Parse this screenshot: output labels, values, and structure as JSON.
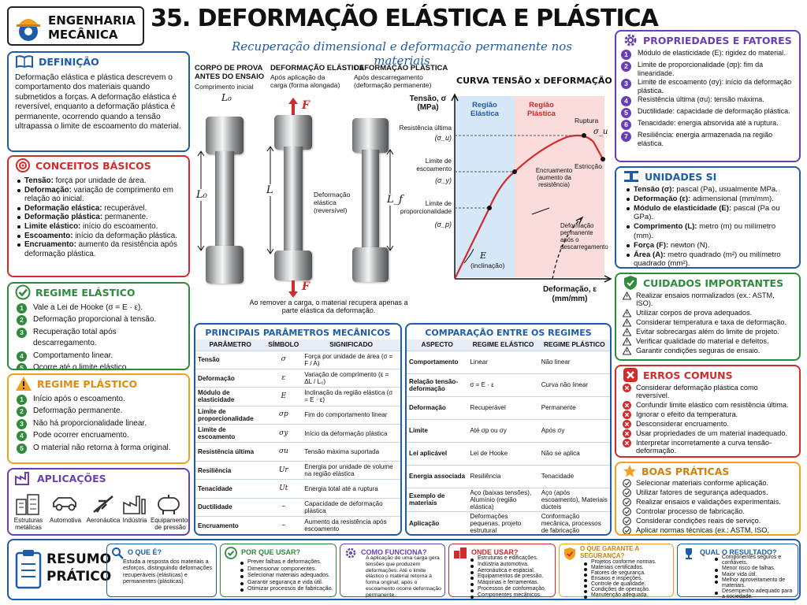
{
  "brand": {
    "line1": "ENGENHARIA",
    "line2": "MECÂNICA"
  },
  "header": {
    "title": "35. DEFORMAÇÃO ELÁSTICA E PLÁSTICA",
    "subtitle": "Recuperação dimensional e deformação permanente nos materiais"
  },
  "definicao": {
    "title": "DEFINIÇÃO",
    "text": "Deformação elástica e plástica descrevem o comportamento dos materiais quando submetidos a forças. A deformação elástica é reversível, enquanto a deformação plástica é permanente, ocorrendo quando a tensão ultrapassa o limite de escoamento do material."
  },
  "conceitos": {
    "title": "CONCEITOS BÁSICOS",
    "items": [
      {
        "b": "Tensão:",
        "t": " força por unidade de área."
      },
      {
        "b": "Deformação:",
        "t": " variação de comprimento em relação ao inicial."
      },
      {
        "b": "Deformação elástica:",
        "t": " recuperável."
      },
      {
        "b": "Deformação plástica:",
        "t": " permanente."
      },
      {
        "b": "Limite elástico:",
        "t": " início do escoamento."
      },
      {
        "b": "Escoamento:",
        "t": " início da deformação plástica."
      },
      {
        "b": "Encruamento:",
        "t": " aumento da resistência após deformação plástica."
      }
    ]
  },
  "elastico": {
    "title": "REGIME ELÁSTICO",
    "items": [
      "Vale a Lei de Hooke (σ = E · ε).",
      "Deformação proporcional à tensão.",
      "Recuperação total após descarregamento.",
      "Comportamento linear.",
      "Ocorre até o limite elástico."
    ]
  },
  "plastico": {
    "title": "REGIME PLÁSTICO",
    "items": [
      "Início após o escoamento.",
      "Deformação permanente.",
      "Não há proporcionalidade linear.",
      "Pode ocorrer encruamento.",
      "O material não retorna à forma original."
    ]
  },
  "aplicacoes": {
    "title": "APLICAÇÕES",
    "items": [
      "Estruturas metálicas",
      "Automotiva",
      "Aeronáutica",
      "Indústria",
      "Equipamentos de pressão"
    ]
  },
  "specimens": {
    "s1": {
      "h1": "CORPO DE PROVA",
      "h2": "ANTES DO ENSAIO",
      "sub": "Comprimento inicial",
      "sym": "L₀"
    },
    "s2": {
      "h1": "DEFORMAÇÃO ELÁSTICA",
      "sub": "Após aplicação da carga (forma alongada)",
      "sym": "L",
      "note": "Deformação elástica (reversível)"
    },
    "s3": {
      "h1": "DEFORMAÇÃO PLÁSTICA",
      "sub": "Após descarregamento (deformação permanente)",
      "sym": "L_f"
    },
    "force": "F",
    "caption": "Ao remover a carga, o material recupera apenas a parte elástica da deformação."
  },
  "curve": {
    "title": "CURVA TENSÃO x DEFORMAÇÃO",
    "ylabel": "Tensão, σ (MPa)",
    "xlabel": "Deformação, ε (mm/mm)",
    "reg_el": "Região Elástica",
    "reg_pl": "Região Plástica",
    "ult": "Resistência última",
    "ult_s": "(σ_u)",
    "esc": "Limite de escoamento",
    "esc_s": "(σ_y)",
    "prop": "Limite de proporcionalidade",
    "prop_s": "(σ_p)",
    "ruptura": "Ruptura",
    "su": "σ_u",
    "estriccao": "Estricção",
    "encr": "Encruamento (aumento da resistência)",
    "perm": "Deformação permanente após o descarregamento",
    "E": "E",
    "incl": "(inclinação)"
  },
  "propriedades": {
    "title": "PROPRIEDADES E FATORES",
    "items": [
      "Módulo de elasticidade (E): rigidez do material.",
      "Limite de proporcionalidade (σp): fim da linearidade.",
      "Limite de escoamento (σy): início da deformação plástica.",
      "Resistência última (σu): tensão máxima.",
      "Ductilidade: capacidade de deformação plástica.",
      "Tenacidade: energia absorvida até a ruptura.",
      "Resiliência: energia armazenada na região elástica."
    ]
  },
  "unidades": {
    "title": "UNIDADES SI",
    "items": [
      {
        "b": "Tensão (σ):",
        "t": " pascal (Pa), usualmente MPa."
      },
      {
        "b": "Deformação (ε):",
        "t": " adimensional (mm/mm)."
      },
      {
        "b": "Módulo de elasticidade (E):",
        "t": " pascal (Pa ou GPa)."
      },
      {
        "b": "Comprimento (L):",
        "t": " metro (m) ou milímetro (mm)."
      },
      {
        "b": "Força (F):",
        "t": " newton (N)."
      },
      {
        "b": "Área (A):",
        "t": " metro quadrado (m²) ou milímetro quadrado (mm²)."
      }
    ]
  },
  "cuidados": {
    "title": "CUIDADOS IMPORTANTES",
    "items": [
      "Realizar ensaios normalizados (ex.: ASTM, ISO).",
      "Utilizar corpos de prova adequados.",
      "Considerar temperatura e taxa de deformação.",
      "Evitar sobrecargas além do limite de projeto.",
      "Verificar qualidade do material e defeitos.",
      "Garantir condições seguras de ensaio."
    ]
  },
  "erros": {
    "title": "ERROS COMUNS",
    "items": [
      "Considerar deformação plástica como reversível.",
      "Confundir limite elástico com resistência última.",
      "Ignorar o efeito da temperatura.",
      "Desconsiderar encruamento.",
      "Usar propriedades de um material inadequado.",
      "Interpretar incorretamente a curva tensão-deformação."
    ]
  },
  "praticas": {
    "title": "BOAS PRÁTICAS",
    "items": [
      "Selecionar materiais conforme aplicação.",
      "Utilizar fatores de segurança adequados.",
      "Realizar ensaios e validações experimentais.",
      "Controlar processo de fabricação.",
      "Considerar condições reais de serviço.",
      "Aplicar normas técnicas (ex.: ASTM, ISO, ABNT)."
    ]
  },
  "parametros": {
    "title": "PRINCIPAIS PARÂMETROS MECÂNICOS",
    "headers": [
      "PARÂMETRO",
      "SÍMBOLO",
      "SIGNIFICADO"
    ],
    "rows": [
      [
        "Tensão",
        "σ",
        "Força por unidade de área (σ = F / A)"
      ],
      [
        "Deformação",
        "ε",
        "Variação de comprimento (ε = ΔL / L₀)"
      ],
      [
        "Módulo de elasticidade",
        "E",
        "Inclinação da região elástica (σ = E · ε)"
      ],
      [
        "Limite de proporcionalidade",
        "σp",
        "Fim do comportamento linear"
      ],
      [
        "Limite de escoamento",
        "σy",
        "Início da deformação plástica"
      ],
      [
        "Resistência última",
        "σu",
        "Tensão máxima suportada"
      ],
      [
        "Resiliência",
        "Ur",
        "Energia por unidade de volume na região elástica"
      ],
      [
        "Tenacidade",
        "Ut",
        "Energia total até a ruptura"
      ],
      [
        "Ductilidade",
        "–",
        "Capacidade de deformação plástica"
      ],
      [
        "Encruamento",
        "–",
        "Aumento da resistência após escoamento"
      ]
    ]
  },
  "comparacao": {
    "title": "COMPARAÇÃO ENTRE OS REGIMES",
    "headers": [
      "ASPECTO",
      "REGIME ELÁSTICO",
      "REGIME PLÁSTICO"
    ],
    "rows": [
      [
        "Comportamento",
        "Linear",
        "Não linear"
      ],
      [
        "Relação tensão-deformação",
        "σ = E · ε",
        "Curva não linear"
      ],
      [
        "Deformação",
        "Recuperável",
        "Permanente"
      ],
      [
        "Limite",
        "Até σp ou σy",
        "Após σy"
      ],
      [
        "Lei aplicável",
        "Lei de Hooke",
        "Não se aplica"
      ],
      [
        "Energia associada",
        "Resiliência",
        "Tenacidade"
      ],
      [
        "Exemplo de materiais",
        "Aço (baixas tensões), Alumínio (região elástica)",
        "Aço (após escoamento), Materiais dúcteis"
      ],
      [
        "Aplicação",
        "Deformações pequenas, projeto estrutural",
        "Conformação mecânica, processos de fabricação"
      ]
    ]
  },
  "resumo": {
    "title1": "RESUMO",
    "title2": "PRÁTICO",
    "q1": {
      "title": "O QUE É?",
      "text": "Estuda a resposta dos materiais a esforços, distinguindo deformações recuperáveis (elásticas) e permanentes (plásticas)."
    },
    "q2": {
      "title": "POR QUE USAR?",
      "items": [
        "Prever falhas e deformações.",
        "Dimensionar componentes.",
        "Selecionar materiais adequados.",
        "Garantir segurança e vida útil.",
        "Otimizar processos de fabricação."
      ]
    },
    "q3": {
      "title": "COMO FUNCIONA?",
      "text": "A aplicação de uma carga gera tensões que produzem deformações. Até o limite elástico o material retorna à forma original; após o escoamento ocorre deformação permanente."
    },
    "q4": {
      "title": "ONDE USAR?",
      "items": [
        "Estruturas e edificações.",
        "Indústria automotiva.",
        "Aeronáutica e espacial.",
        "Equipamentos de pressão.",
        "Máquinas e ferramentas.",
        "Processos de conformação.",
        "Componentes mecânicos."
      ]
    },
    "q5": {
      "title": "O QUE GARANTE A SEGURANÇA?",
      "items": [
        "Projetos conforme normas.",
        "Materiais certificados.",
        "Fatores de segurança.",
        "Ensaios e inspeções.",
        "Controle de qualidade.",
        "Condições de operação.",
        "Manutenção adequada."
      ]
    },
    "q6": {
      "title": "QUAL O RESULTADO?",
      "items": [
        "Componentes seguros e confiáveis.",
        "Menor risco de falhas.",
        "Maior vida útil.",
        "Melhor aproveitamento de materiais.",
        "Desempenho adequado para a sociedade."
      ]
    }
  },
  "colors": {
    "blue": "#1e5ba8",
    "red": "#d42a2a",
    "green": "#2e8b3a",
    "orange": "#f0a020",
    "purple": "#6a3fb5"
  }
}
